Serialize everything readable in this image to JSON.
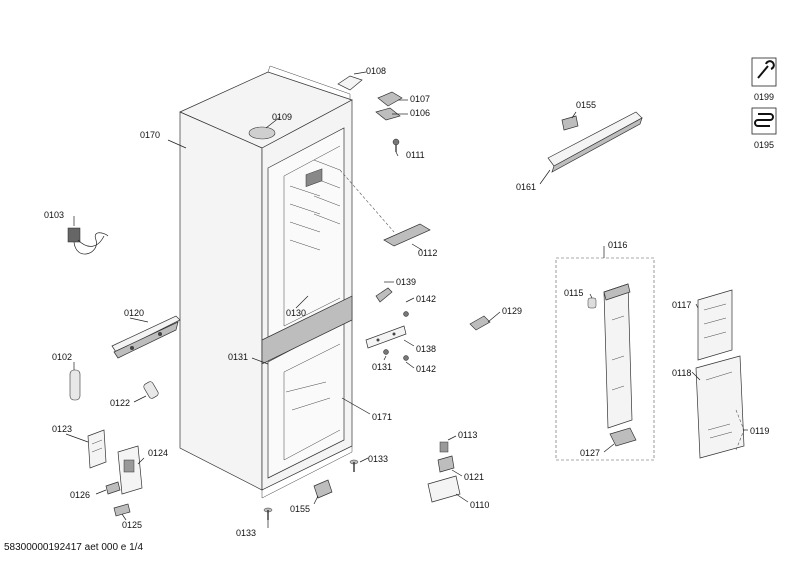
{
  "labels": {
    "p0108": "0108",
    "p0107": "0107",
    "p0106": "0106",
    "p0111": "0111",
    "p0109": "0109",
    "p0170": "0170",
    "p0103": "0103",
    "p0112": "0112",
    "p0139": "0139",
    "p0142a": "0142",
    "p0130": "0130",
    "p0120": "0120",
    "p0138": "0138",
    "p0131a": "0131",
    "p0131b": "0131",
    "p0142b": "0142",
    "p0102": "0102",
    "p0122": "0122",
    "p0171": "0171",
    "p0123": "0123",
    "p0124": "0124",
    "p0126": "0126",
    "p0125": "0125",
    "p0133a": "0133",
    "p0133b": "0133",
    "p0155a": "0155",
    "p0113": "0113",
    "p0121": "0121",
    "p0110": "0110",
    "p0129": "0129",
    "p0155b": "0155",
    "p0161": "0161",
    "p0116": "0116",
    "p0115": "0115",
    "p0127": "0127",
    "p0117": "0117",
    "p0118": "0118",
    "p0119": "0119",
    "p0199": "0199",
    "p0195": "0195"
  },
  "footer": {
    "code": "58300000192417 aet 000 e 1/4"
  },
  "icons": {
    "service_icon": "wrench-icon",
    "heater_icon": "heating-coil-icon"
  }
}
